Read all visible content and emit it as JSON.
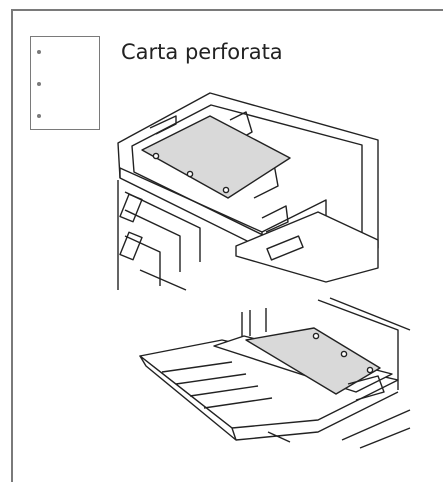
{
  "label": {
    "title": "Carta perforata"
  },
  "icons": {
    "punched_paper": "punched-paper-icon",
    "paper_tray": "paper-tray-illustration",
    "bypass_tray": "bypass-tray-illustration"
  },
  "colors": {
    "border": "#7a7a7a",
    "line": "#222222",
    "paper_fill": "#d9d9d9"
  }
}
